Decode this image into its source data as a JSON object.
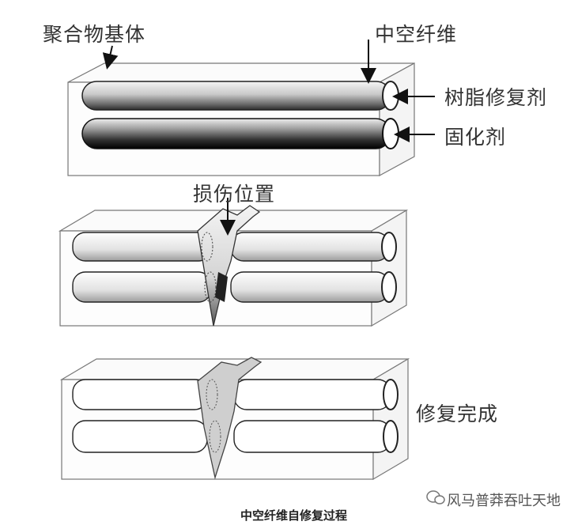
{
  "labels": {
    "matrix": "聚合物基体",
    "hollow_fiber": "中空纤维",
    "resin": "树脂修复剂",
    "hardener": "固化剂",
    "damage": "损伤位置",
    "repaired": "修复完成"
  },
  "caption": "中空纤维自修复过程",
  "watermark": "风马普莽吞吐天地"
}
